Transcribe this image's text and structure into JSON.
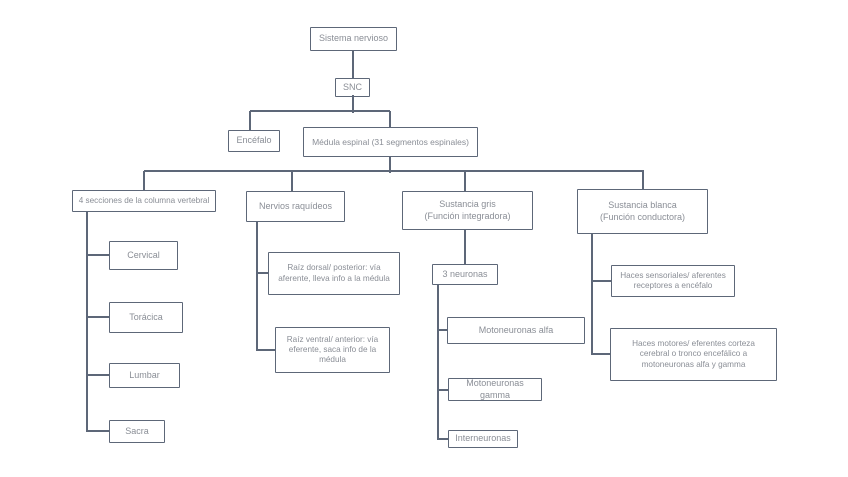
{
  "diagram": {
    "type": "flowchart",
    "background_color": "#ffffff",
    "line_color": "#5d6778",
    "text_color": "#8a8e96",
    "nodes": {
      "sistema_nervioso": {
        "label": "Sistema nervioso"
      },
      "snc": {
        "label": "SNC"
      },
      "encefalo": {
        "label": "Encéfalo"
      },
      "medula_espinal": {
        "label": "Médula espinal (31 segmentos espinales)"
      },
      "secciones_columna": {
        "label": "4 secciones de la columna vertebral"
      },
      "nervios_raquideos": {
        "label": "Nervios raquídeos"
      },
      "sustancia_gris": {
        "label": "Sustancia gris\n(Función integradora)"
      },
      "sustancia_blanca": {
        "label": "Sustancia blanca\n(Función conductora)"
      },
      "cervical": {
        "label": "Cervical"
      },
      "toracica": {
        "label": "Torácica"
      },
      "lumbar": {
        "label": "Lumbar"
      },
      "sacra": {
        "label": "Sacra"
      },
      "raiz_dorsal": {
        "label": "Raíz dorsal/ posterior: vía\naferente, lleva info a la médula"
      },
      "raiz_ventral": {
        "label": "Raíz ventral/ anterior: vía\neferente, saca info de la\nmédula"
      },
      "tres_neuronas": {
        "label": "3 neuronas"
      },
      "motoneuronas_alfa": {
        "label": "Motoneuronas alfa"
      },
      "motoneuronas_gamma": {
        "label": "Motoneuronas gamma"
      },
      "interneuronas": {
        "label": "Interneuronas"
      },
      "haces_sensoriales": {
        "label": "Haces sensoriales/ aferentes\nreceptores a encéfalo"
      },
      "haces_motores": {
        "label": "Haces motores/ eferentes corteza\ncerebral o tronco encefálico a\nmotoneuronas alfa y gamma"
      }
    },
    "edges": [
      [
        "sistema_nervioso",
        "snc"
      ],
      [
        "snc",
        "encefalo"
      ],
      [
        "snc",
        "medula_espinal"
      ],
      [
        "medula_espinal",
        "secciones_columna"
      ],
      [
        "medula_espinal",
        "nervios_raquideos"
      ],
      [
        "medula_espinal",
        "sustancia_gris"
      ],
      [
        "medula_espinal",
        "sustancia_blanca"
      ],
      [
        "secciones_columna",
        "cervical"
      ],
      [
        "secciones_columna",
        "toracica"
      ],
      [
        "secciones_columna",
        "lumbar"
      ],
      [
        "secciones_columna",
        "sacra"
      ],
      [
        "nervios_raquideos",
        "raiz_dorsal"
      ],
      [
        "nervios_raquideos",
        "raiz_ventral"
      ],
      [
        "sustancia_gris",
        "tres_neuronas"
      ],
      [
        "tres_neuronas",
        "motoneuronas_alfa"
      ],
      [
        "tres_neuronas",
        "motoneuronas_gamma"
      ],
      [
        "tres_neuronas",
        "interneuronas"
      ],
      [
        "sustancia_blanca",
        "haces_sensoriales"
      ],
      [
        "sustancia_blanca",
        "haces_motores"
      ]
    ]
  }
}
